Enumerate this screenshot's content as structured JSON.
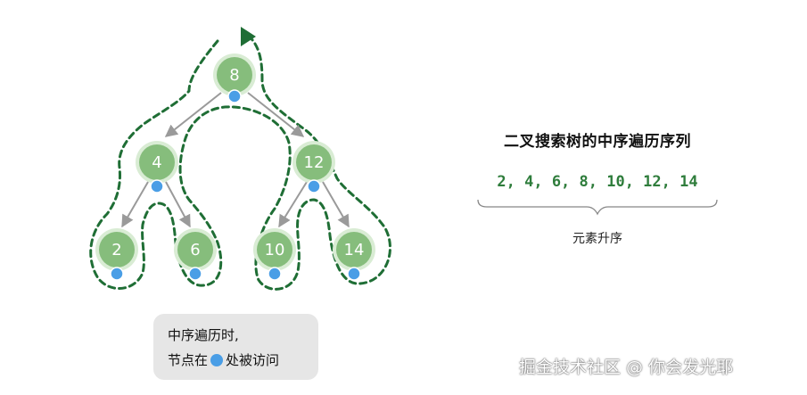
{
  "tree": {
    "nodes": [
      {
        "id": "root",
        "value": "8"
      },
      {
        "id": "n4",
        "value": "4"
      },
      {
        "id": "n12",
        "value": "12"
      },
      {
        "id": "n2",
        "value": "2"
      },
      {
        "id": "n6",
        "value": "6"
      },
      {
        "id": "n10",
        "value": "10"
      },
      {
        "id": "n14",
        "value": "14"
      }
    ]
  },
  "result": {
    "title": "二叉搜索树的中序遍历序列",
    "sequence": "2, 4, 6, 8, 10, 12, 14",
    "caption": "元素升序"
  },
  "note": {
    "line1": "中序遍历时,",
    "line2_before": "节点在",
    "line2_after": "处被访问"
  },
  "watermark": "掘金技术社区 @ 你会发光耶",
  "colors": {
    "node_fill": "#86bd7c",
    "node_ring": "#d9ecd4",
    "visit_dot": "#4a9ee6",
    "path": "#1f6e35",
    "edge": "#9a9a9a",
    "sequence": "#2f7d3c"
  }
}
